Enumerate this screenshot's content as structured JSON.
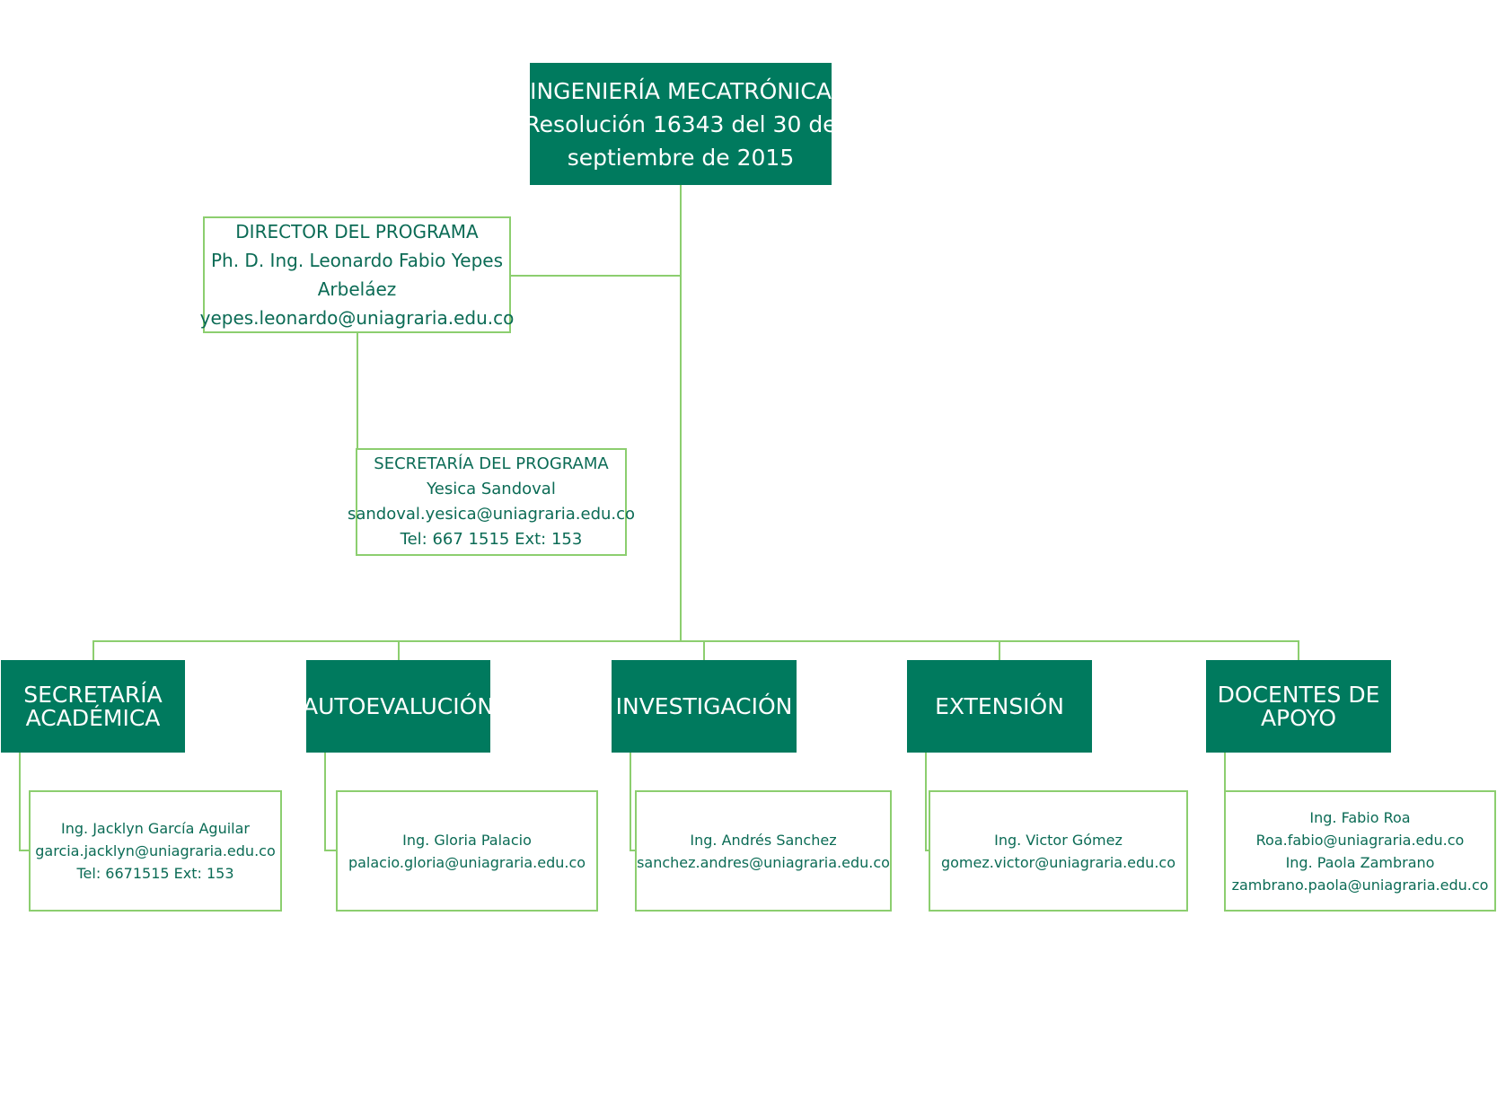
{
  "top": {
    "title": "INGENIERÍA MECATRÓNICA",
    "line2": "Resolución 16343 del 30 de",
    "line3": "septiembre de 2015"
  },
  "director": {
    "role": "DIRECTOR DEL PROGRAMA",
    "name_line1": "Ph. D. Ing. Leonardo Fabio Yepes",
    "name_line2": "Arbeláez",
    "email": "yepes.leonardo@uniagraria.edu.co"
  },
  "secretary": {
    "role": "SECRETARÍA DEL PROGRAMA",
    "name": "Yesica Sandoval",
    "email": "sandoval.yesica@uniagraria.edu.co",
    "phone": "Tel: 667 1515 Ext: 153"
  },
  "departments": [
    {
      "title_lines": [
        "SECRETARÍA",
        "ACADÉMICA"
      ],
      "staff": [
        "Ing. Jacklyn García Aguilar",
        "garcia.jacklyn@uniagraria.edu.co",
        "Tel: 6671515 Ext: 153"
      ]
    },
    {
      "title_lines": [
        "AUTOEVALUCIÓN"
      ],
      "staff": [
        "Ing. Gloria Palacio",
        "palacio.gloria@uniagraria.edu.co"
      ]
    },
    {
      "title_lines": [
        "INVESTIGACIÓN"
      ],
      "staff": [
        "Ing. Andrés Sanchez",
        "sanchez.andres@uniagraria.edu.co"
      ]
    },
    {
      "title_lines": [
        "EXTENSIÓN"
      ],
      "staff": [
        "Ing. Victor Gómez",
        "gomez.victor@uniagraria.edu.co"
      ]
    },
    {
      "title_lines": [
        "DOCENTES DE",
        "APOYO"
      ],
      "staff": [
        "Ing. Fabio Roa",
        "Roa.fabio@uniagraria.edu.co",
        "Ing. Paola Zambrano",
        "zambrano.paola@uniagraria.edu.co"
      ]
    }
  ],
  "colors": {
    "dark_green": "#007a5e",
    "light_green_line": "#8cce6f",
    "text_green": "#0b6b55"
  }
}
